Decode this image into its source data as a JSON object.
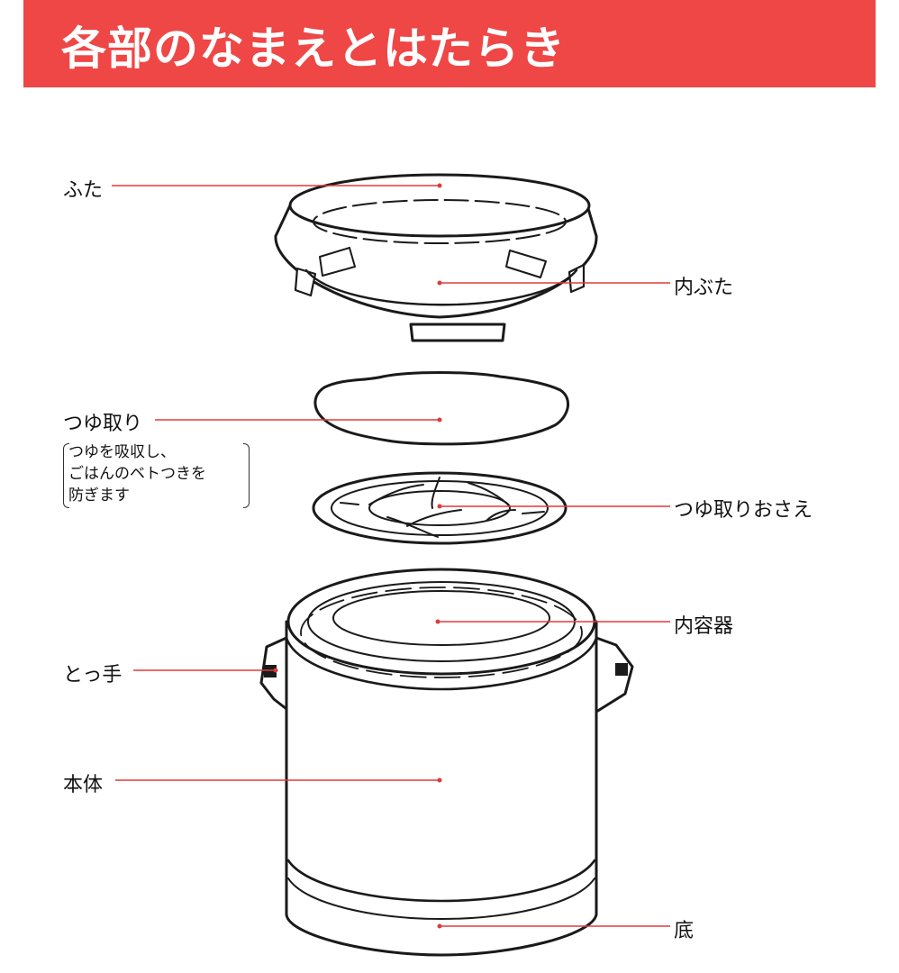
{
  "header": {
    "title": "各部のなまえとはたらき",
    "color": "#ef4646"
  },
  "parts": {
    "futa": "ふた",
    "uchibuta": "内ぶた",
    "tsuyutori": "つゆ取り",
    "tsuyutori_osae": "つゆ取りおさえ",
    "naiyouki": "内容器",
    "totte": "とっ手",
    "hontai": "本体",
    "soko": "底"
  },
  "note": {
    "lines": [
      "つゆを吸収し、",
      "ごはんのベトつきを",
      "防ぎます"
    ]
  },
  "leader_color": "#e03a3a"
}
